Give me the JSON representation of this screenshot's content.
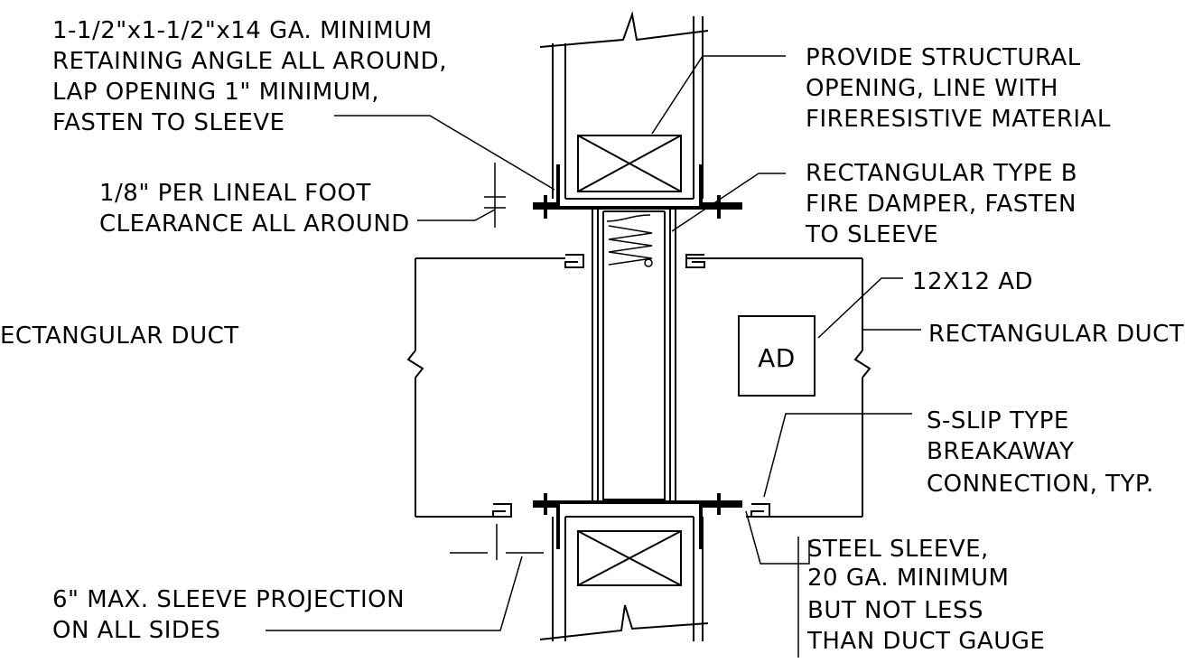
{
  "labels": {
    "retaining_angle": [
      "1-1/2\"x1-1/2\"x14 GA. MINIMUM",
      "RETAINING ANGLE ALL AROUND,",
      "LAP OPENING 1\" MINIMUM,",
      "FASTEN TO SLEEVE"
    ],
    "structural_opening": [
      "PROVIDE STRUCTURAL",
      "OPENING, LINE WITH",
      "FIRERESISTIVE MATERIAL"
    ],
    "clearance": [
      "1/8\" PER LINEAL FOOT",
      "CLEARANCE ALL AROUND"
    ],
    "fire_damper": [
      "RECTANGULAR TYPE B",
      "FIRE DAMPER, FASTEN",
      "TO SLEEVE"
    ],
    "access_door": [
      "12X12 AD"
    ],
    "duct_left": [
      "ECTANGULAR DUCT"
    ],
    "duct_right": [
      "RECTANGULAR DUCT"
    ],
    "access_door_tag": "AD",
    "s_slip": [
      "S-SLIP TYPE",
      "BREAKAWAY",
      "CONNECTION, TYP."
    ],
    "sleeve_projection": [
      "6\" MAX. SLEEVE PROJECTION",
      "ON ALL SIDES"
    ],
    "steel_sleeve": [
      "STEEL SLEEVE,",
      "20 GA. MINIMUM",
      "BUT NOT LESS",
      "THAN DUCT GAUGE"
    ]
  }
}
